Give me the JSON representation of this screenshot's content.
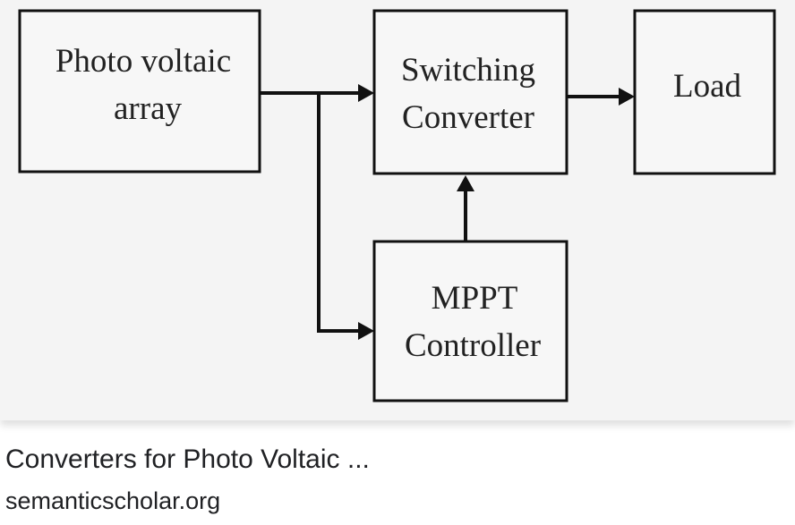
{
  "result": {
    "title": "Converters for Photo Voltaic ...",
    "source": "semanticscholar.org"
  },
  "diagram": {
    "pv_array": [
      "Photo voltaic",
      "array"
    ],
    "converter": [
      "Switching",
      "Converter"
    ],
    "load": [
      "Load"
    ],
    "mppt": [
      "MPPT",
      "Controller"
    ]
  }
}
